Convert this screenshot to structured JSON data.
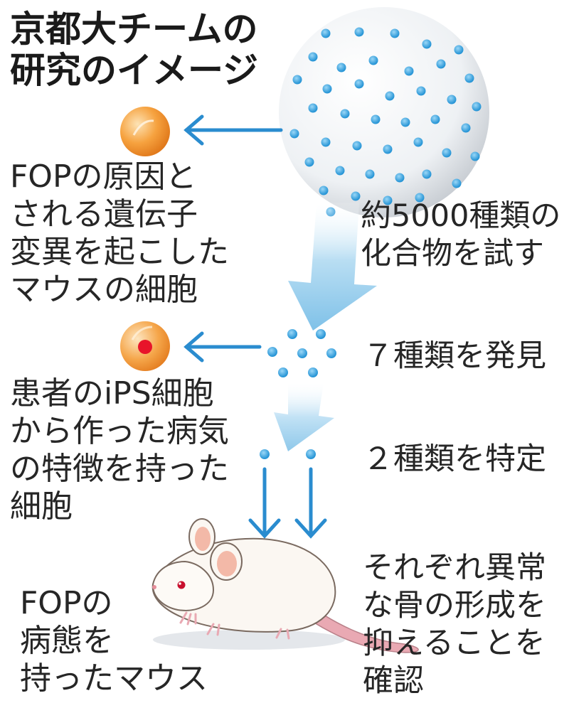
{
  "title": "京都大チームの\n研究のイメージ",
  "steps": {
    "compounds": "約5000種類の\n化合物を試す",
    "seven": "７種類を発見",
    "two": "２種類を特定",
    "confirm": "それぞれ異常\nな骨の形成を\n抑えることを\n確認"
  },
  "labels": {
    "mouse_cell": "FOPの原因と\nされる遺伝子\n変異を起こした\nマウスの細胞",
    "ips_cell": "患者のiPS細胞\nから作った病気\nの特徴を持った\n細胞",
    "fop_mouse": "FOPの\n病態を\n持ったマウス"
  },
  "colors": {
    "arrow_blue": "#2a8ccf",
    "dot_blue": "#3aa0dc",
    "funnel_blue": "#8ec8ea",
    "orange_cell": "#f28c1e",
    "red_nucleus": "#e8142a",
    "mouse_body": "#fbf7f2",
    "mouse_ear": "#f3b9a8",
    "mouse_tail": "#e9a9b3"
  },
  "icons": [
    "compound-sphere",
    "orange-cell-icon",
    "ips-cell-icon",
    "mouse-icon"
  ]
}
